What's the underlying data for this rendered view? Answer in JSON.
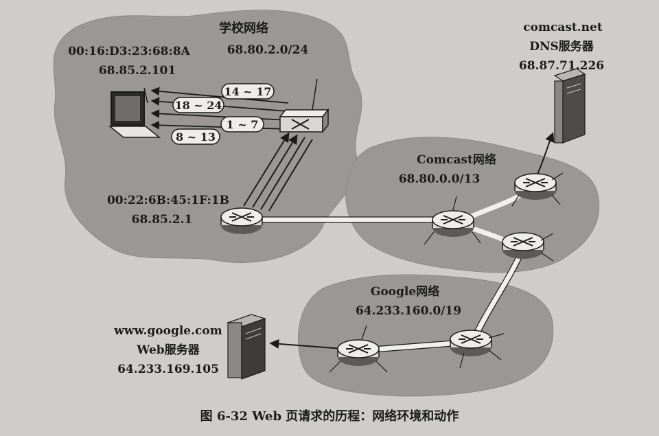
{
  "figure": {
    "caption": "图 6-32   Web 页请求的历程：网络环境和动作"
  },
  "networks": {
    "school": {
      "name": "学校网络",
      "prefix": "68.80.2.0/24"
    },
    "comcast": {
      "name": "Comcast网络",
      "prefix": "68.80.0.0/13"
    },
    "google": {
      "name": "Google网络",
      "prefix": "64.233.160.0/19"
    }
  },
  "hosts": {
    "laptop": {
      "mac": "00:16:D3:23:68:8A",
      "ip": "68.85.2.101"
    },
    "gateway": {
      "mac": "00:22:6B:45:1F:1B",
      "ip": "68.85.2.1"
    },
    "dns": {
      "domain": "comcast.net",
      "role": "DNS服务器",
      "ip": "68.87.71.226"
    },
    "web": {
      "domain": "www.google.com",
      "role": "Web服务器",
      "ip": "64.233.169.105"
    }
  },
  "steps": {
    "s1": "14 ~ 17",
    "s2": "18 ~ 24",
    "s3": "1 ~ 7",
    "s4": "8 ~ 13"
  },
  "colors": {
    "cloud_fill": "#9a9796",
    "paper": "#cfcccb",
    "ink": "#1b1b1b",
    "router_fill": "#e8e6e4"
  }
}
